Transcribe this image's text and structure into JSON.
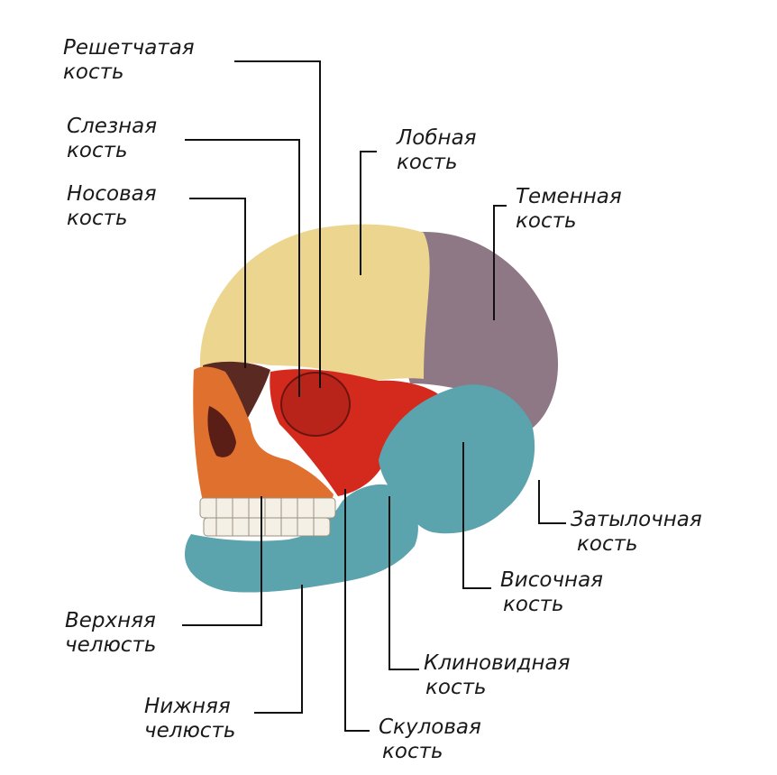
{
  "colors": {
    "frontal": "#ecd68f",
    "parietal": "#8f7885",
    "temporal": "#5ba3ad",
    "occipital": "#5ba3ad",
    "sphenoid": "#d42a1e",
    "zygomatic": "#d42a1e",
    "maxilla": "#e0702d",
    "mandible": "#5ba3ad",
    "nasal": "#d42a1e",
    "teeth": "#f4f0e6",
    "leader_line": "#111111"
  },
  "labels": {
    "ethmoid": [
      "Решетчатая",
      "кость"
    ],
    "lacrimal": [
      "Слезная",
      "кость"
    ],
    "nasal": [
      "Носовая",
      "кость"
    ],
    "frontal": [
      "Лобная",
      "кость"
    ],
    "parietal": [
      "Теменная",
      "кость"
    ],
    "occipital": [
      "Затылочная",
      "кость"
    ],
    "temporal": [
      "Височная",
      "кость"
    ],
    "sphenoid": [
      "Клиновидная",
      "кость"
    ],
    "zygomatic": [
      "Скуловая",
      "кость"
    ],
    "maxilla": [
      "Верхняя",
      "челюсть"
    ],
    "mandible": [
      "Нижняя",
      "челюсть"
    ]
  }
}
